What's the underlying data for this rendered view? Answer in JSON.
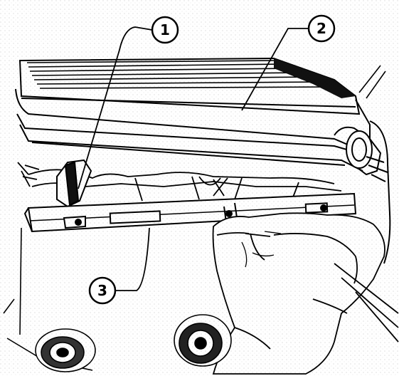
{
  "diagram": {
    "callouts": [
      {
        "id": "1",
        "label": "1"
      },
      {
        "id": "2",
        "label": "2"
      },
      {
        "id": "3",
        "label": "3"
      }
    ]
  },
  "colors": {
    "ink": "#000000",
    "paper": "#ffffff",
    "shade": "#1a1a1a"
  }
}
